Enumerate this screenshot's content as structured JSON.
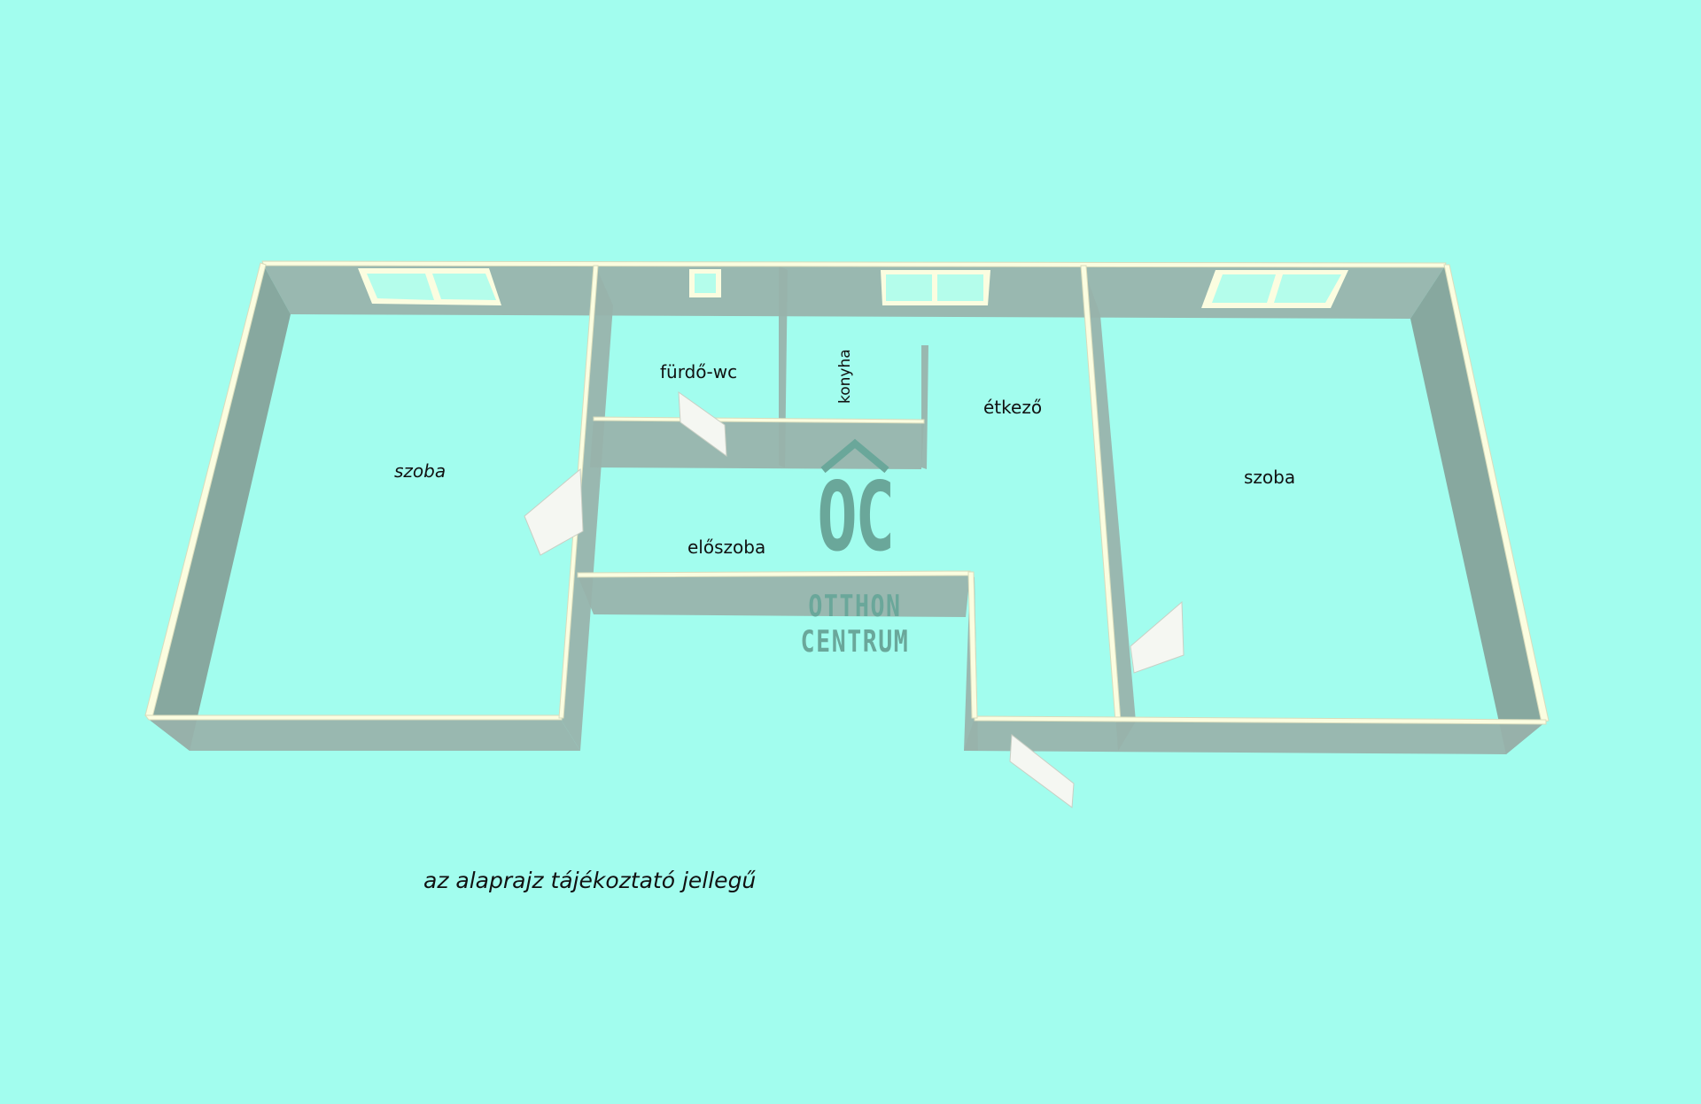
{
  "rooms": {
    "szoba_left": "szoba",
    "furdo_wc": "fürdő-wc",
    "konyha": "konyha",
    "etkezo": "étkező",
    "szoba_right": "szoba",
    "eloszoba": "előszoba"
  },
  "disclaimer": "az alaprajz tájékoztató jellegű",
  "logo": {
    "letters": "OC",
    "line1": "OTTHON",
    "line2": "CENTRUM",
    "color": "#6aa79a"
  },
  "colors": {
    "background": "#a2fdee",
    "wall_top": "#fbfde0",
    "wall_face": "#98b2aa"
  }
}
